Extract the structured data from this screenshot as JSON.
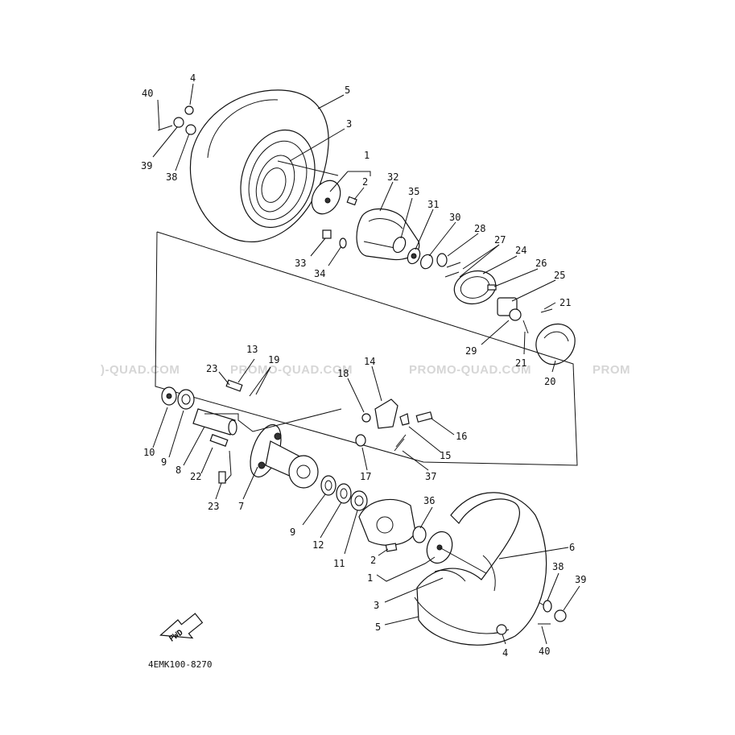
{
  "watermark": {
    "left": ")-QUAD.COM",
    "mid1": "PROMO-QUAD.COM",
    "mid2": "PROMO-QUAD.COM",
    "right": "PROM"
  },
  "fwd_label": "FWD",
  "diagram_code": "4EMK100-8270",
  "callouts": {
    "c1a": "1",
    "c2a": "2",
    "c3a": "3",
    "c4a": "4",
    "c5a": "5",
    "c38a": "38",
    "c39a": "39",
    "c40a": "40",
    "c32": "32",
    "c35": "35",
    "c31": "31",
    "c30": "30",
    "c28": "28",
    "c27": "27",
    "c24": "24",
    "c26": "26",
    "c25": "25",
    "c21a": "21",
    "c21b": "21",
    "c29": "29",
    "c20": "20",
    "c33": "33",
    "c34": "34",
    "c13": "13",
    "c19": "19",
    "c23a": "23",
    "c14": "14",
    "c18": "18",
    "c16": "16",
    "c15": "15",
    "c17": "17",
    "c37": "37",
    "c10": "10",
    "c9a": "9",
    "c8": "8",
    "c22": "22",
    "c23b": "23",
    "c7": "7",
    "c9b": "9",
    "c12": "12",
    "c11": "11",
    "c36": "36",
    "c2b": "2",
    "c1b": "1",
    "c3b": "3",
    "c5b": "5",
    "c6": "6",
    "c38b": "38",
    "c39b": "39",
    "c4b": "4",
    "c40b": "40"
  }
}
